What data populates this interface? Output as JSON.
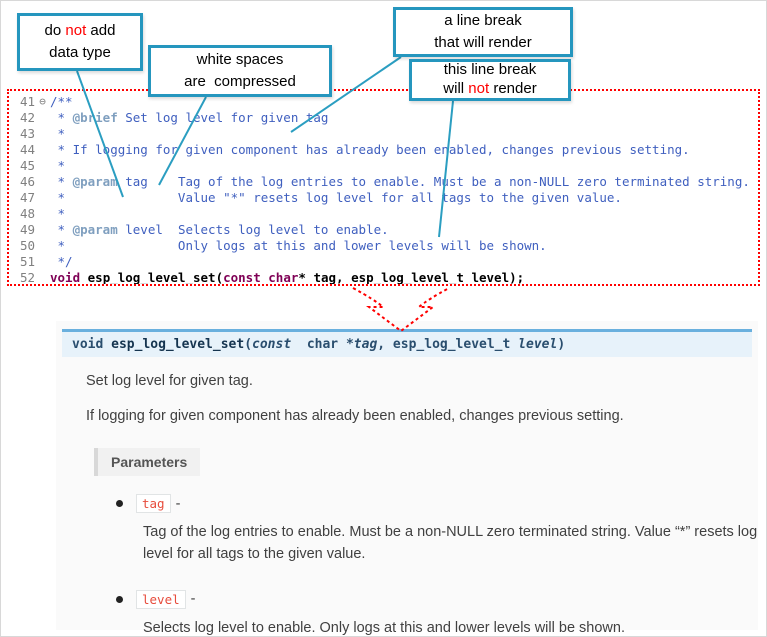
{
  "colors": {
    "callout_border": "#2596be",
    "connector_line": "#2b9ec1",
    "code_box_border": "#ff0000",
    "signature_background": "#e7f2fa",
    "signature_top_border": "#6ab0de",
    "param_chip_text": "#e74c3c"
  },
  "callouts": {
    "no_datatype": {
      "line1_pre": "do ",
      "line1_red": "not",
      "line1_post": " add",
      "line2": "data type"
    },
    "whitespace": {
      "line1": "white spaces",
      "line2": "are  compressed"
    },
    "break_renders": {
      "line1": "a line break",
      "line2": "that will render"
    },
    "break_no_render": {
      "line1": "this line break",
      "line2_pre": "will ",
      "line2_red": "not",
      "line2_post": " render"
    }
  },
  "editor": {
    "lines": [
      {
        "num": "41",
        "fold": "⊖",
        "segs": [
          {
            "t": "/**",
            "c": "comment"
          }
        ]
      },
      {
        "num": "42",
        "segs": [
          {
            "t": " * ",
            "c": "comment"
          },
          {
            "t": "@brief",
            "c": "tag"
          },
          {
            "t": " Set log level for given tag",
            "c": "comment"
          }
        ]
      },
      {
        "num": "43",
        "segs": [
          {
            "t": " *",
            "c": "comment"
          }
        ]
      },
      {
        "num": "44",
        "segs": [
          {
            "t": " * If logging for given component has already been enabled, changes previous setting.",
            "c": "comment"
          }
        ]
      },
      {
        "num": "45",
        "segs": [
          {
            "t": " *",
            "c": "comment"
          }
        ]
      },
      {
        "num": "46",
        "segs": [
          {
            "t": " * ",
            "c": "comment"
          },
          {
            "t": "@param",
            "c": "tag"
          },
          {
            "t": " tag    Tag of the log entries to enable. Must be a non-NULL zero terminated string.",
            "c": "comment"
          }
        ]
      },
      {
        "num": "47",
        "segs": [
          {
            "t": " *               Value \"*\" resets log level for all tags to the given value.",
            "c": "comment"
          }
        ]
      },
      {
        "num": "48",
        "segs": [
          {
            "t": " *",
            "c": "comment"
          }
        ]
      },
      {
        "num": "49",
        "segs": [
          {
            "t": " * ",
            "c": "comment"
          },
          {
            "t": "@param",
            "c": "tag"
          },
          {
            "t": " level  Selects log level to enable.",
            "c": "comment"
          }
        ]
      },
      {
        "num": "50",
        "segs": [
          {
            "t": " *               Only logs at this and lower levels will be shown.",
            "c": "comment"
          }
        ]
      },
      {
        "num": "51",
        "segs": [
          {
            "t": " */",
            "c": "comment"
          }
        ]
      },
      {
        "num": "52",
        "segs": [
          {
            "t": "void",
            "c": "kw"
          },
          {
            "t": " ",
            "c": "plain"
          },
          {
            "t": "esp_log_level_set",
            "c": "fn"
          },
          {
            "t": "(",
            "c": "plain"
          },
          {
            "t": "const",
            "c": "kw"
          },
          {
            "t": " ",
            "c": "plain"
          },
          {
            "t": "char",
            "c": "kw"
          },
          {
            "t": "* tag, esp_log_level_t level);",
            "c": "plain"
          }
        ]
      }
    ]
  },
  "docs": {
    "signature": [
      {
        "t": "void ",
        "s": "kw"
      },
      {
        "t": "esp_log_level_set",
        "s": "name"
      },
      {
        "t": "(",
        "s": "plain"
      },
      {
        "t": "const",
        "s": "kw-italic"
      },
      {
        "t": "  char *",
        "s": "plain"
      },
      {
        "t": "tag",
        "s": "param"
      },
      {
        "t": ", esp_log_level_t ",
        "s": "plain"
      },
      {
        "t": "level",
        "s": "param"
      },
      {
        "t": ")",
        "s": "plain"
      }
    ],
    "brief": "Set log level for given tag.",
    "details": "If logging for given component has already been enabled, changes previous setting.",
    "parameters_label": "Parameters",
    "params": [
      {
        "name": "tag",
        "sep": " -",
        "desc": "Tag of the log entries to enable. Must be a non-NULL zero terminated string. Value “*” resets log level for all tags to the given value."
      },
      {
        "name": "level",
        "sep": " -",
        "desc": "Selects log level to enable. Only logs at this and lower levels will be shown."
      }
    ]
  }
}
